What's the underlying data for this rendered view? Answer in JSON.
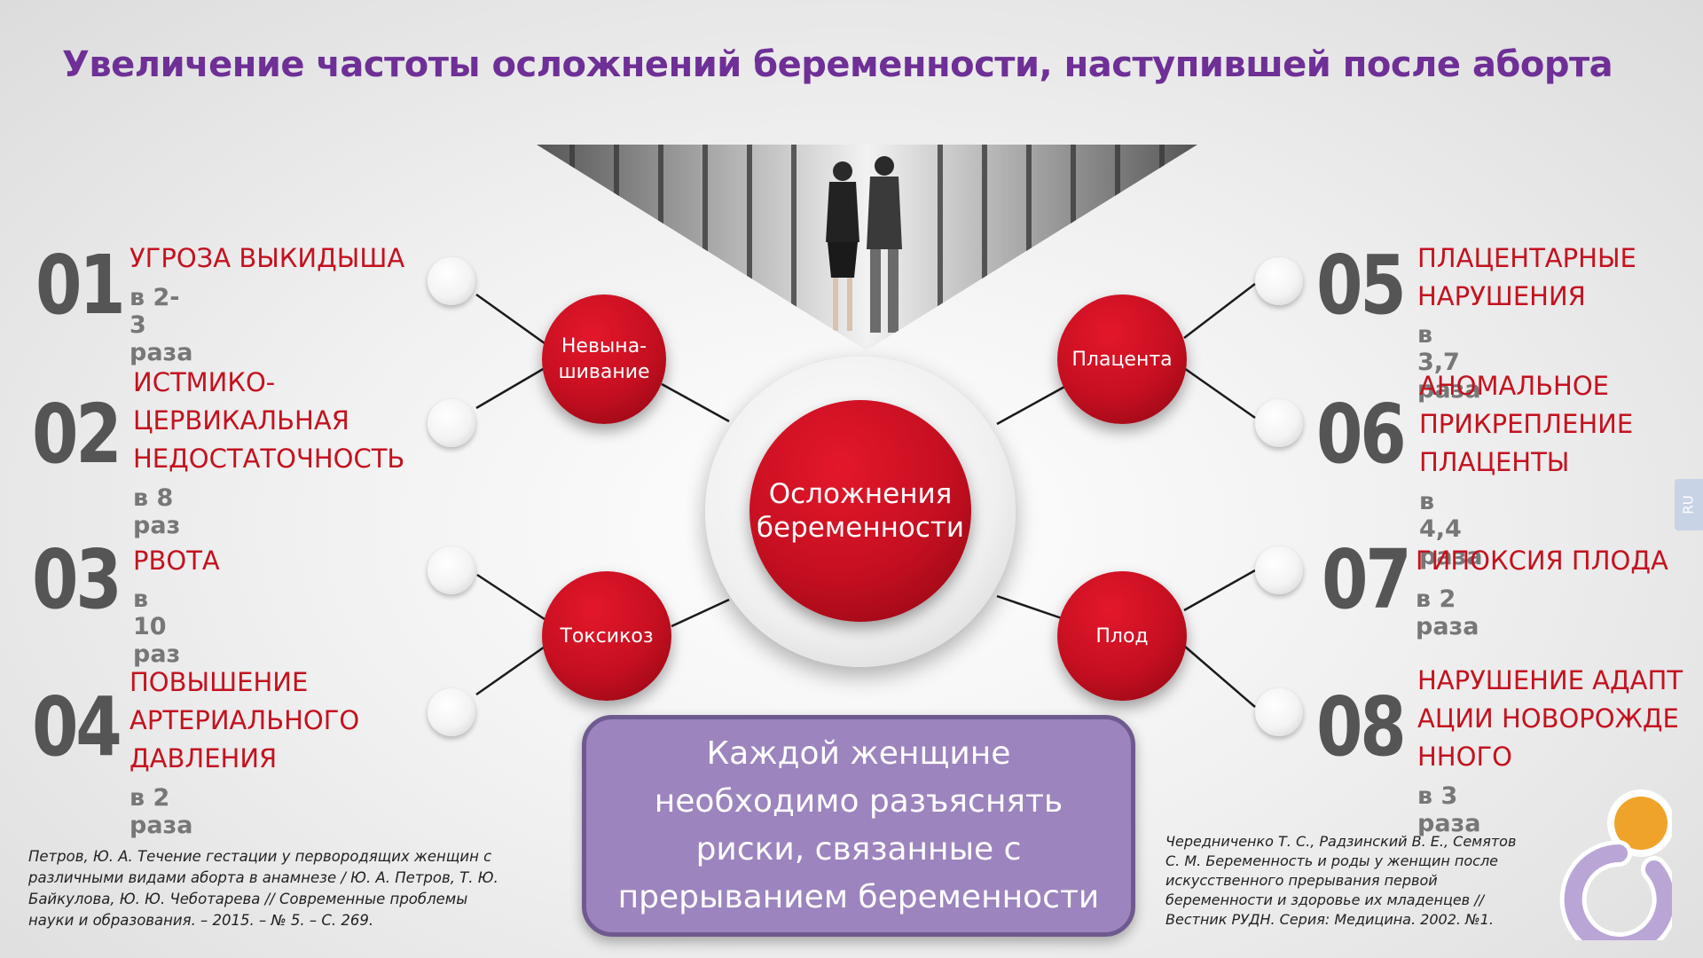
{
  "title": "Увеличение частоты осложнений беременности, наступившей после аборта",
  "center": "Осложнения беременности",
  "nodes": {
    "nevynashivanie": "Невына-шивание",
    "placenta": "Плацента",
    "toksikoz": "Токсикоз",
    "plod": "Плод"
  },
  "items": [
    {
      "num": "01",
      "label": "УГРОЗА ВЫКИДЫША",
      "sub": "в 2-3 раза"
    },
    {
      "num": "02",
      "label": "ИСТМИКО-ЦЕРВИКАЛЬНАЯ НЕДОСТАТОЧНОСТЬ",
      "sub": "в 8 раз"
    },
    {
      "num": "03",
      "label": "РВОТА",
      "sub": "в 10 раз"
    },
    {
      "num": "04",
      "label": "ПОВЫШЕНИЕ АРТЕРИАЛЬНОГО ДАВЛЕНИЯ",
      "sub": "в 2 раза"
    },
    {
      "num": "05",
      "label": "ПЛАЦЕНТАРНЫЕ НАРУШЕНИЯ",
      "sub": "в 3,7 раза"
    },
    {
      "num": "06",
      "label": "АНОМАЛЬНОЕ ПРИКРЕПЛЕНИЕ ПЛАЦЕНТЫ",
      "sub": "в 4,4 раза"
    },
    {
      "num": "07",
      "label": "ГИПОКСИЯ ПЛОДА",
      "sub": "в 2 раза"
    },
    {
      "num": "08",
      "label": "НАРУШЕНИЕ АДАПТАЦИИ НОВОРОЖДЕННОГО",
      "sub": "в 3 раза"
    }
  ],
  "callout": "Каждой женщине необходимо разъяснять риски, связанные с прерыванием беременности",
  "ref_left": "Петров, Ю. А. Течение гестации у первородящих женщин с различными видами аборта в анамнезе / Ю. А. Петров, Т. Ю. Байкулова, Ю. Ю. Чеботарева // Современные проблемы науки и образования. – 2015. – № 5. – С. 269.",
  "ref_right": "Чередниченко Т. С., Радзинский В. Е., Семятов С. М. Беременность и роды у женщин после искусственного прерывания первой беременности и здоровье их младенцев // Вестник РУДН. Серия: Медицина. 2002. №1.",
  "lang": "RU",
  "colors": {
    "accent_red": "#c4121f",
    "title_purple": "#6e2f96",
    "callout_bg": "#9c84be",
    "logo_orange": "#f0a32a",
    "logo_purple": "#b9a6d6"
  },
  "icons": [
    "connector-knob",
    "logo-figure"
  ]
}
